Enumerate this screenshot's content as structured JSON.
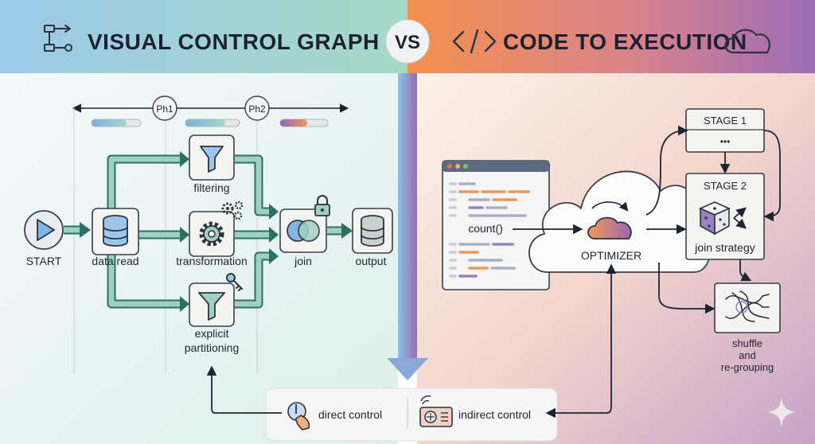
{
  "header": {
    "left_title": "VISUAL CONTROL GRAPH",
    "vs": "VS",
    "right_title": "CODE TO EXECUTION"
  },
  "left": {
    "phases": [
      "Ph1",
      "Ph2"
    ],
    "nodes": {
      "start": "START",
      "data_read": "data read",
      "filtering": "filtering",
      "transformation": "transformation",
      "partitioning_line1": "explicit",
      "partitioning_line2": "partitioning",
      "join": "join",
      "output": "output"
    }
  },
  "right": {
    "code_call": "count()",
    "optimizer": "OPTIMIZER",
    "stage1": "STAGE 1",
    "stage1_body": "•••",
    "stage2": "STAGE 2",
    "join_strategy": "join strategy",
    "shuffle_line1": "shuffle",
    "shuffle_line2": "and",
    "shuffle_line3": "re-grouping"
  },
  "legend": {
    "direct": "direct control",
    "indirect": "indirect control"
  },
  "colors": {
    "teal_arrow": "#5aa69a",
    "teal_dark": "#2e7d73",
    "blue_arrow": "#78aee0",
    "purple_arrow": "#8a5fb0",
    "header_left": "#9fd3c9",
    "header_right": "#e98a5d"
  }
}
